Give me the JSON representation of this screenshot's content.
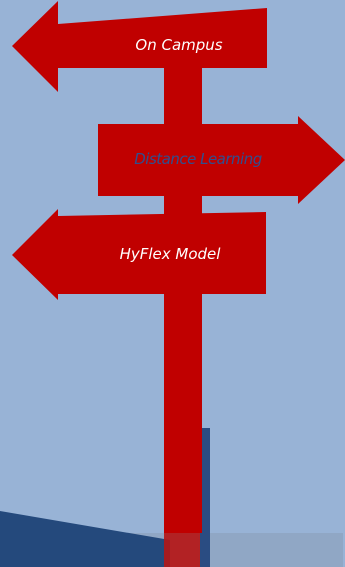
{
  "signs": {
    "on_campus": "On Campus",
    "distance_learning": "Distance Learning",
    "hyflex_model": "HyFlex Model"
  },
  "colors": {
    "background": "#98b3d6",
    "sign_red": "#c00000",
    "post_shadow": "#2a4c82",
    "label_white": "#ffffff",
    "label_blue": "#2f4f8f",
    "ground_band": "#8ea4c2",
    "ground_dark": "#24497c"
  }
}
